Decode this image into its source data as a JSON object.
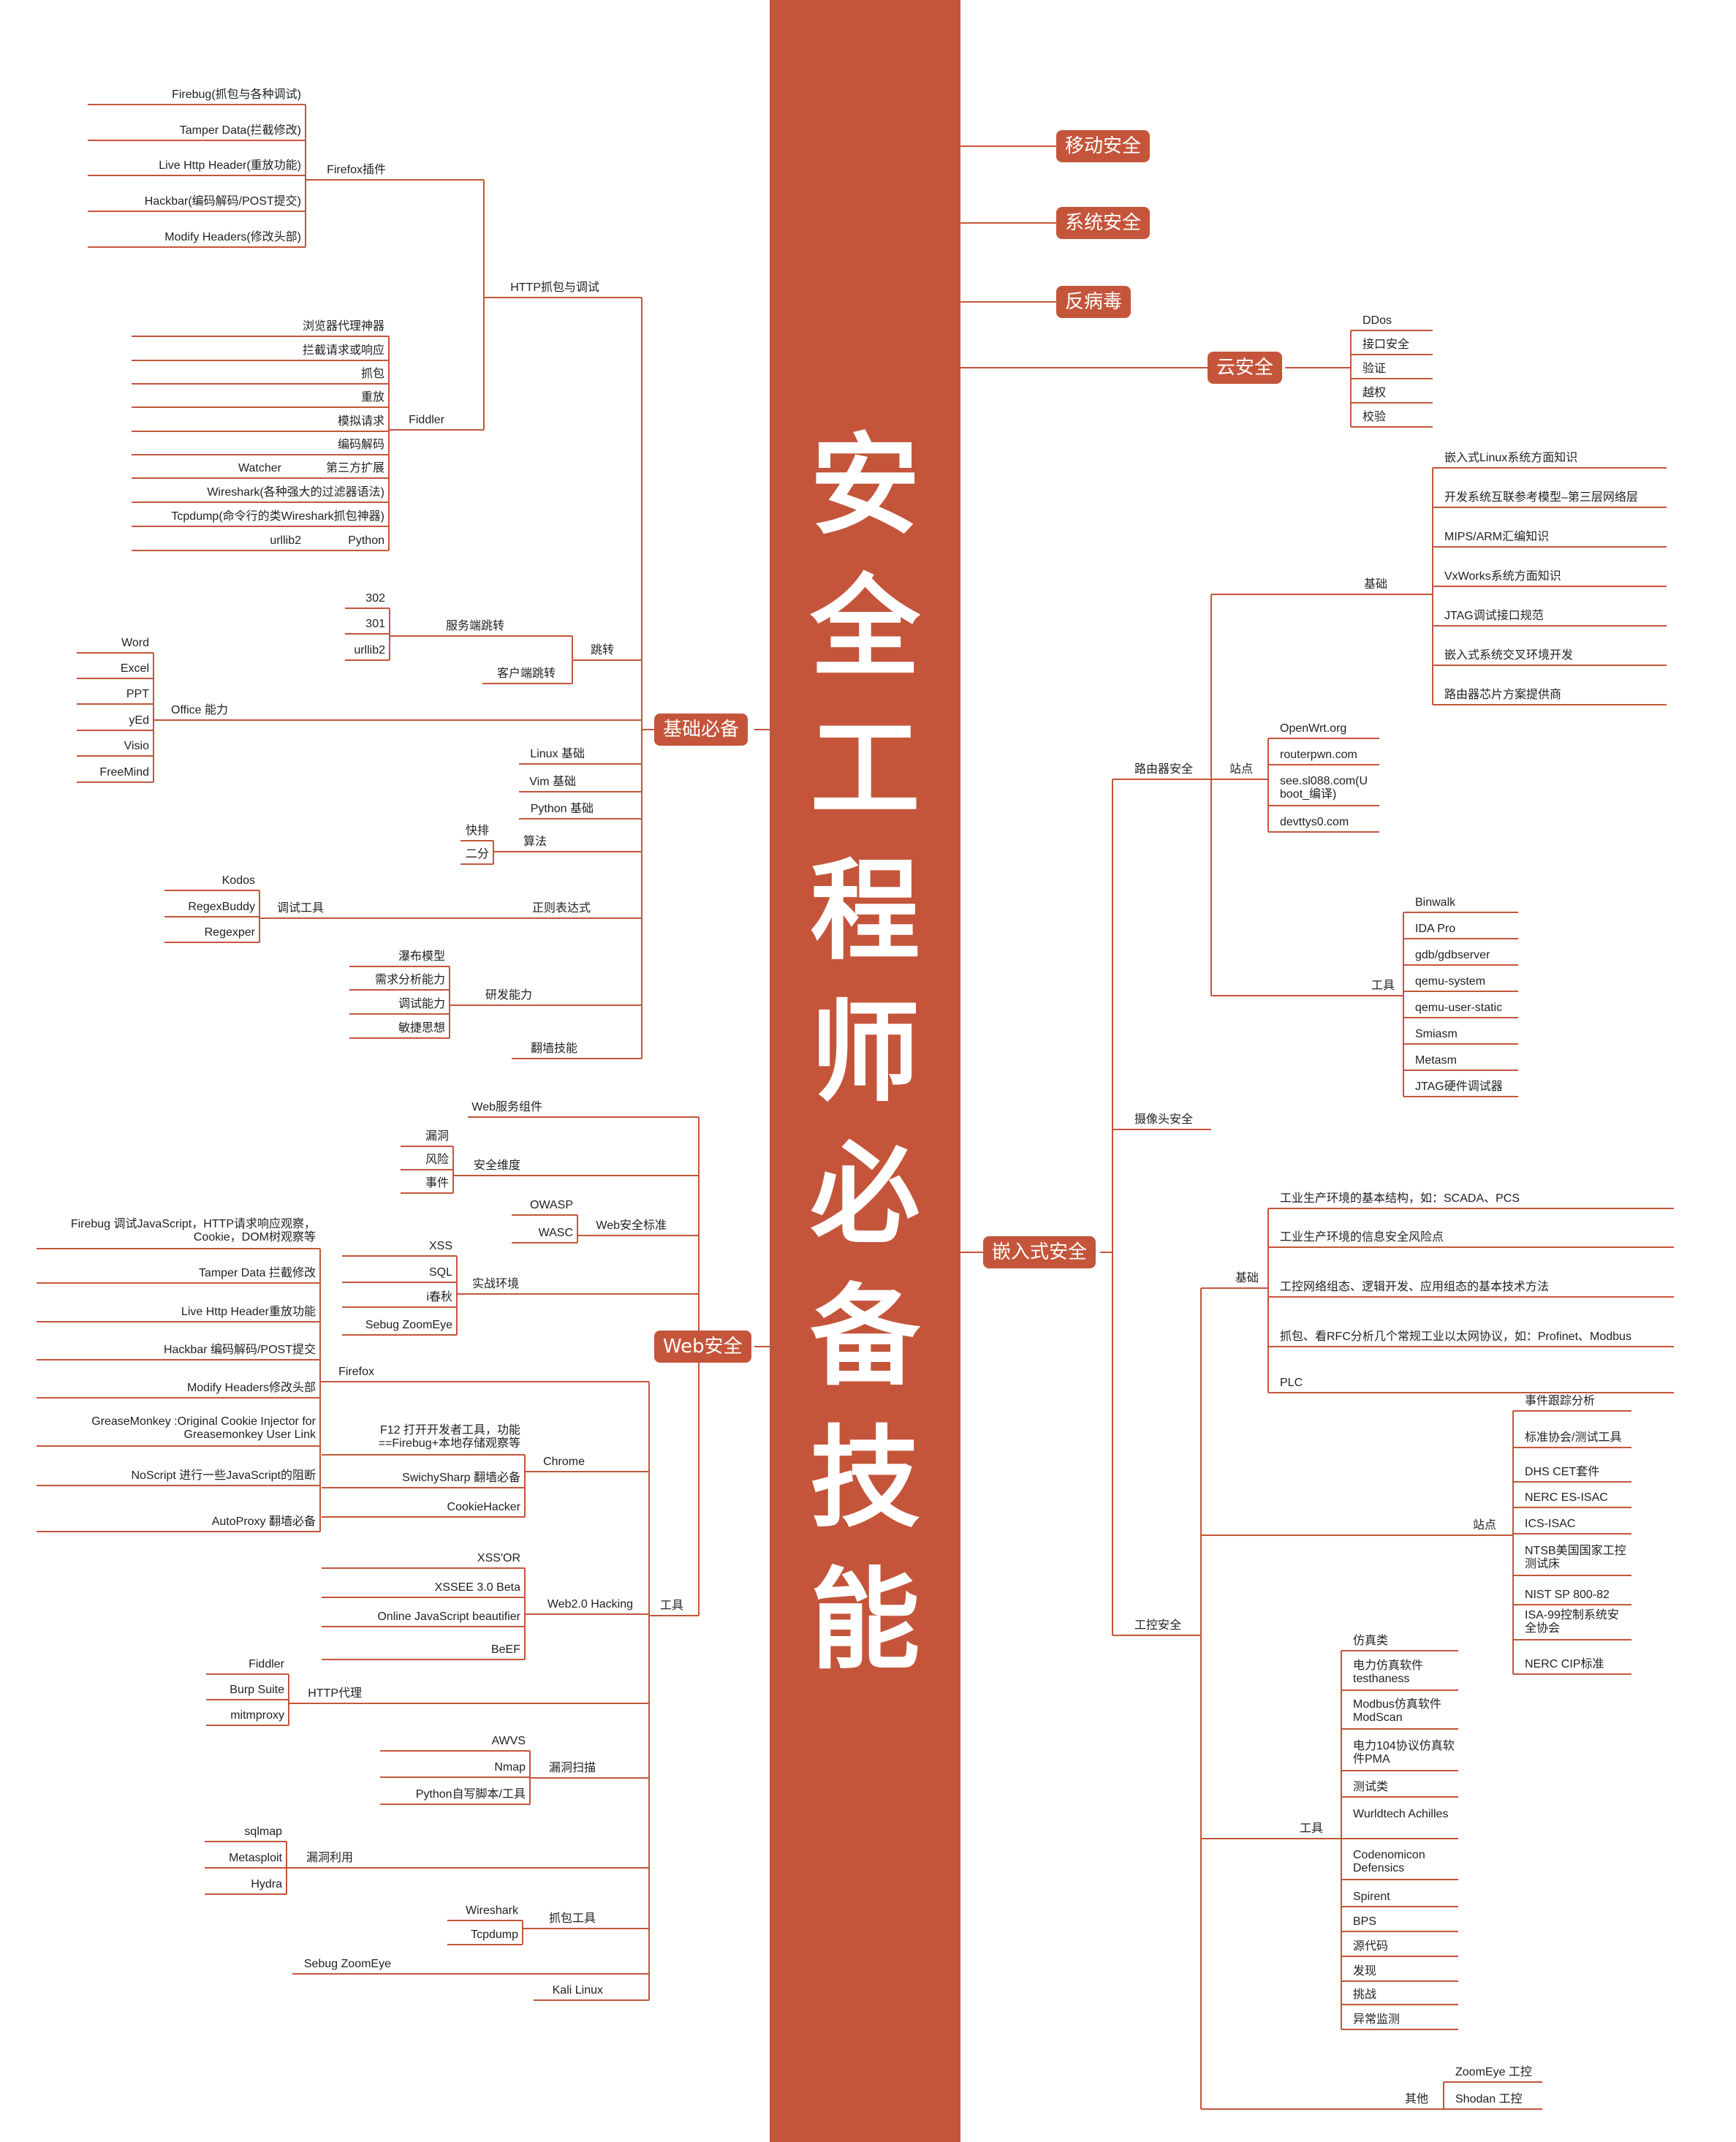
{
  "title_chars": [
    "安",
    "全",
    "工",
    "程",
    "师",
    "必",
    "备",
    "技",
    "能"
  ],
  "colors": {
    "accent": "#c4553b",
    "line": "#c4553b"
  },
  "branches": {
    "mobile": "移动安全",
    "system": "系统安全",
    "antivirus": "反病毒",
    "cloud": "云安全",
    "basics": "基础必备",
    "web": "Web安全",
    "embedded": "嵌入式安全"
  },
  "cloud": {
    "items": [
      "DDos",
      "接口安全",
      "验证",
      "越权",
      "校验"
    ]
  },
  "basics": {
    "http": {
      "label": "HTTP抓包与调试",
      "firefox": {
        "label": "Firefox插件",
        "items": [
          "Firebug(抓包与各种调试)",
          "Tamper Data(拦截修改)",
          "Live Http Header(重放功能)",
          "Hackbar(编码解码/POST提交)",
          "Modify Headers(修改头部)"
        ]
      },
      "fiddler": {
        "label": "Fiddler",
        "items": [
          "浏览器代理神器",
          "拦截请求或响应",
          "抓包",
          "重放",
          "模拟请求",
          "编码解码",
          "第三方扩展",
          "Wireshark(各种强大的过滤器语法)",
          "Tcpdump(命令行的类Wireshark抓包神器)",
          "Python"
        ],
        "watcher": "Watcher",
        "urllib": "urllib2"
      }
    },
    "jump": {
      "label": "跳转",
      "server": {
        "label": "服务端跳转",
        "items": [
          "302",
          "301",
          "urllib2"
        ]
      },
      "client": "客户端跳转"
    },
    "office": {
      "label": "Office 能力",
      "items": [
        "Word",
        "Excel",
        "PPT",
        "yEd",
        "Visio",
        "FreeMind"
      ]
    },
    "linux": "Linux 基础",
    "vim": "Vim 基础",
    "python": "Python 基础",
    "algo": {
      "label": "算法",
      "items": [
        "快排",
        "二分"
      ]
    },
    "regex": {
      "label": "正则表达式",
      "tools_label": "调试工具",
      "items": [
        "Kodos",
        "RegexBuddy",
        "Regexper"
      ]
    },
    "rd": {
      "label": "研发能力",
      "items": [
        "瀑布模型",
        "需求分析能力",
        "调试能力",
        "敏捷思想"
      ]
    },
    "wall": "翻墙技能"
  },
  "web": {
    "component": "Web服务组件",
    "dims": {
      "label": "安全维度",
      "items": [
        "漏洞",
        "风险",
        "事件"
      ]
    },
    "std": {
      "label": "Web安全标准",
      "items": [
        "OWASP",
        "WASC"
      ]
    },
    "env": {
      "label": "实战环境",
      "items": [
        "XSS",
        "SQL",
        "i春秋",
        "Sebug ZoomEye"
      ]
    },
    "tools_label": "工具",
    "firefox": {
      "label": "Firefox",
      "items": [
        "Firebug 调试JavaScript，HTTP请求响应观察，Cookie，DOM树观察等",
        "Tamper Data 拦截修改",
        "Live Http Header重放功能",
        "Hackbar 编码解码/POST提交",
        "Modify Headers修改头部",
        "GreaseMonkey :Original Cookie Injector for Greasemonkey User Link",
        "NoScript 进行一些JavaScript的阻断",
        "AutoProxy 翻墙必备"
      ]
    },
    "chrome": {
      "label": "Chrome",
      "items": [
        "F12 打开开发者工具，功能==Firebug+本地存储观察等",
        "SwichySharp 翻墙必备",
        "CookieHacker"
      ]
    },
    "web2": {
      "label": "Web2.0 Hacking",
      "items": [
        "XSS'OR",
        "XSSEE 3.0 Beta",
        "Online JavaScript beautifier",
        "BeEF"
      ]
    },
    "proxy": {
      "label": "HTTP代理",
      "items": [
        "Fiddler",
        "Burp Suite",
        "mitmproxy"
      ]
    },
    "scan": {
      "label": "漏洞扫描",
      "items": [
        "AWVS",
        "Nmap",
        "Python自写脚本/工具"
      ]
    },
    "exploit": {
      "label": "漏洞利用",
      "items": [
        "sqlmap",
        "Metasploit",
        "Hydra"
      ]
    },
    "capture": {
      "label": "抓包工具",
      "items": [
        "Wireshark",
        "Tcpdump"
      ]
    },
    "sebug": "Sebug ZoomEye",
    "kali": "Kali Linux"
  },
  "embedded": {
    "router": {
      "label": "路由器安全",
      "basics": {
        "label": "基础",
        "items": [
          "嵌入式Linux系统方面知识",
          "开发系统互联参考模型–第三层网络层",
          "MIPS/ARM汇编知识",
          "VxWorks系统方面知识",
          "JTAG调试接口规范",
          "嵌入式系统交叉环境开发",
          "路由器芯片方案提供商"
        ]
      },
      "sites": {
        "label": "站点",
        "items": [
          "OpenWrt.org",
          "routerpwn.com",
          "see.sl088.com(U boot_编译)",
          "devttys0.com"
        ]
      },
      "tools": {
        "label": "工具",
        "items": [
          "Binwalk",
          "IDA Pro",
          "gdb/gdbserver",
          "qemu-system",
          "qemu-user-static",
          "Smiasm",
          "Metasm",
          "JTAG硬件调试器"
        ]
      }
    },
    "camera": "摄像头安全",
    "ics": {
      "label": "工控安全",
      "basics": {
        "label": "基础",
        "items": [
          "工业生产环境的基本结构，如：SCADA、PCS",
          "工业生产环境的信息安全风险点",
          "工控网络组态、逻辑开发、应用组态的基本技术方法",
          "抓包、看RFC分析几个常规工业以太网协议，如：Profinet、Modbus",
          "PLC"
        ]
      },
      "sites": {
        "label": "站点",
        "items": [
          "事件跟踪分析",
          "标准协会/测试工具",
          "DHS CET套件",
          "NERC ES-ISAC",
          "ICS-ISAC",
          "NTSB美国国家工控测试床",
          "NIST SP 800-82",
          "ISA-99控制系统安全协会",
          "NERC CIP标准"
        ]
      },
      "tools": {
        "label": "工具",
        "items": [
          "仿真类",
          "电力仿真软件 testhaness",
          "Modbus仿真软件 ModScan",
          "电力104协议仿真软件PMA",
          "测试类",
          "Wurldtech Achilles",
          "Codenomicon Defensics",
          "Spirent",
          "BPS",
          "源代码",
          "发现",
          "挑战",
          "异常监测"
        ]
      },
      "other": {
        "label": "其他",
        "items": [
          "ZoomEye 工控",
          "Shodan 工控"
        ]
      }
    }
  }
}
